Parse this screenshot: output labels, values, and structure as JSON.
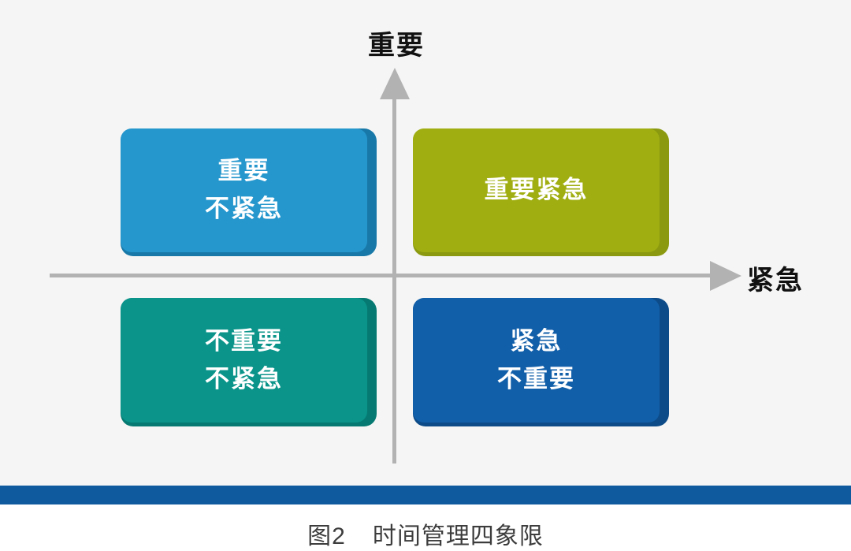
{
  "axes": {
    "y_label": "重要",
    "x_label": "紧急",
    "line_color": "#b2b2b2"
  },
  "quadrants": [
    {
      "name": "important-not-urgent",
      "lines": [
        "重要",
        "不紧急"
      ],
      "fill": "#2697cd",
      "edge": "#1879a9"
    },
    {
      "name": "important-urgent",
      "lines": [
        "重要紧急"
      ],
      "fill": "#a0ae12",
      "edge": "#8a990f"
    },
    {
      "name": "not-important-not-urgent",
      "lines": [
        "不重要",
        "不紧急"
      ],
      "fill": "#0a948a",
      "edge": "#067a72"
    },
    {
      "name": "urgent-not-important",
      "lines": [
        "紧急",
        "不重要"
      ],
      "fill": "#125fa9",
      "edge": "#0d4b88"
    }
  ],
  "caption": {
    "prefix": "图2",
    "title": "时间管理四象限"
  },
  "footer_bar": {
    "color": "#0f5a9e"
  },
  "background": "#f4f5f4",
  "text_color_on_boxes": "#ffffff"
}
